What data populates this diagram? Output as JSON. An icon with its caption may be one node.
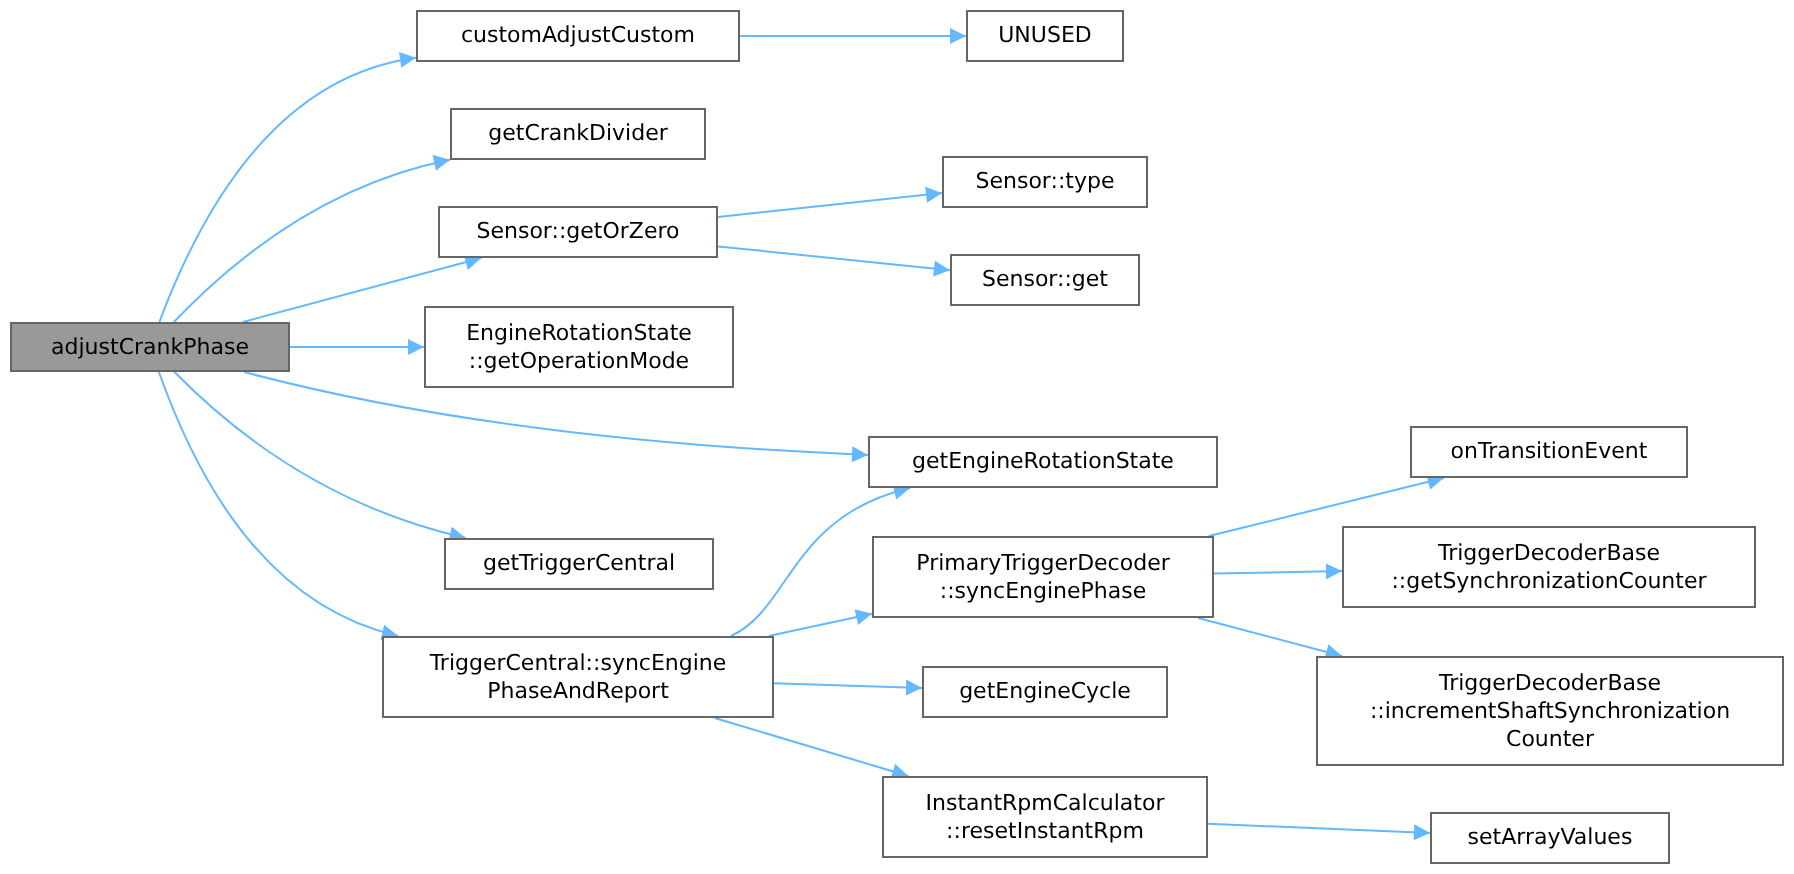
{
  "diagram": {
    "nodes": [
      {
        "text": [
          "adjustCrankPhase"
        ]
      },
      {
        "text": [
          "customAdjustCustom"
        ]
      },
      {
        "text": [
          "UNUSED"
        ]
      },
      {
        "text": [
          "getCrankDivider"
        ]
      },
      {
        "text": [
          "Sensor::getOrZero"
        ]
      },
      {
        "text": [
          "Sensor::type"
        ]
      },
      {
        "text": [
          "Sensor::get"
        ]
      },
      {
        "text": [
          "EngineRotationState ::getOperationMode"
        ]
      },
      {
        "text": [
          "getEngineRotationState"
        ]
      },
      {
        "text": [
          "getTriggerCentral"
        ]
      },
      {
        "text": [
          "TriggerCentral::syncEngine PhaseAndReport"
        ]
      },
      {
        "text": [
          "PrimaryTriggerDecoder ::syncEnginePhase"
        ]
      },
      {
        "text": [
          "onTransitionEvent"
        ]
      },
      {
        "text": [
          "TriggerDecoderBase ::getSynchronizationCounter"
        ]
      },
      {
        "text": [
          "TriggerDecoderBase ::incrementShaftSynchronization Counter"
        ]
      },
      {
        "text": [
          "getEngineCycle"
        ]
      },
      {
        "text": [
          "InstantRpmCalculator ::resetInstantRpm"
        ]
      },
      {
        "text": [
          "setArrayValues"
        ]
      }
    ],
    "edges": [
      {
        "from": 0,
        "to": 1,
        "arrow": "to"
      },
      {
        "from": 1,
        "to": 2,
        "arrow": "to"
      },
      {
        "from": 0,
        "to": 3,
        "arrow": "to"
      },
      {
        "from": 0,
        "to": 4,
        "arrow": "to"
      },
      {
        "from": 4,
        "to": 5,
        "arrow": "to"
      },
      {
        "from": 4,
        "to": 6,
        "arrow": "to"
      },
      {
        "from": 0,
        "to": 7,
        "arrow": "to"
      },
      {
        "from": 0,
        "to": 8,
        "arrow": "to"
      },
      {
        "from": 0,
        "to": 9,
        "arrow": "to"
      },
      {
        "from": 0,
        "to": 10,
        "arrow": "to"
      },
      {
        "from": 10,
        "to": 8,
        "arrow": "to"
      },
      {
        "from": 10,
        "to": 11,
        "arrow": "to"
      },
      {
        "from": 11,
        "to": 12,
        "arrow": "to"
      },
      {
        "from": 11,
        "to": 13,
        "arrow": "to"
      },
      {
        "from": 11,
        "to": 14,
        "arrow": "to"
      },
      {
        "from": 10,
        "to": 15,
        "arrow": "to"
      },
      {
        "from": 10,
        "to": 16,
        "arrow": "to"
      },
      {
        "from": 16,
        "to": 17,
        "arrow": "to"
      }
    ]
  }
}
